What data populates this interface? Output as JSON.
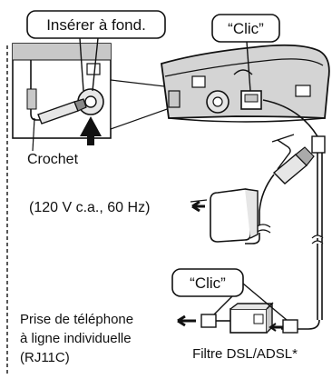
{
  "callouts": {
    "insert": "Insérer à fond.",
    "clic_top": "“Clic”",
    "clic_bottom": "“Clic”"
  },
  "labels": {
    "hook": "Crochet",
    "power": "(120 V c.a., 60 Hz)",
    "jack_line1": "Prise de téléphone",
    "jack_line2": "à ligne individuelle",
    "jack_line3": "(RJ11C)",
    "filter": "Filtre DSL/ADSL*"
  },
  "colors": {
    "stroke": "#111111",
    "shade": "#c8c8c8",
    "light": "#e6e6e6"
  }
}
